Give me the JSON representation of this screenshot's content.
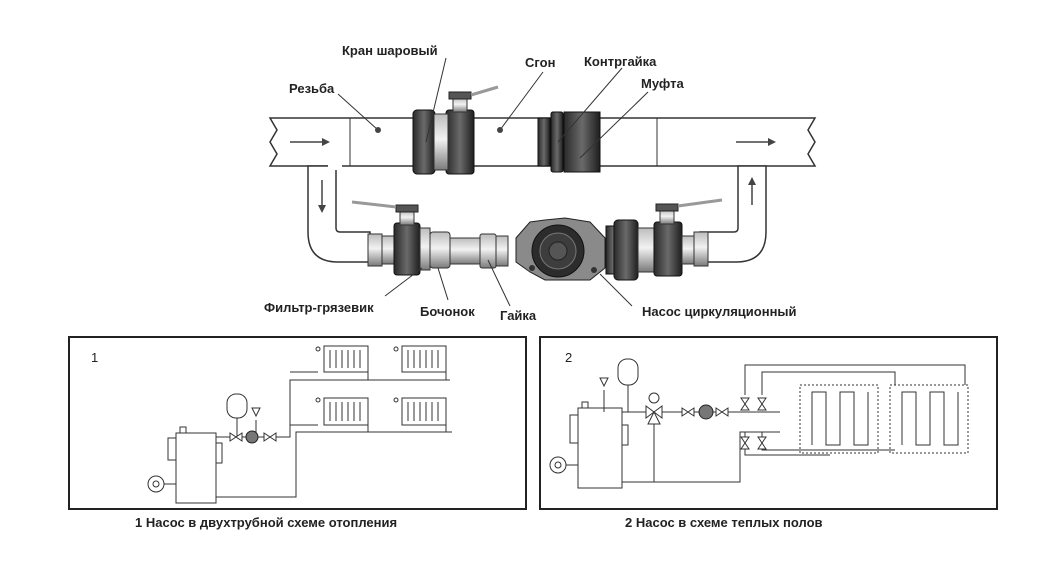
{
  "labels": {
    "ball_valve": "Кран шаровый",
    "thread": "Резьба",
    "extension": "Сгон",
    "locknut": "Контргайка",
    "coupling": "Муфта",
    "strainer": "Фильтр-грязевик",
    "barrel": "Бочонок",
    "nut": "Гайка",
    "circ_pump": "Насос циркуляционный"
  },
  "schemes": [
    {
      "number": "1",
      "caption": "1 Насос в двухтрубной схеме отопления"
    },
    {
      "number": "2",
      "caption": "2 Насос в схеме теплых полов"
    }
  ]
}
